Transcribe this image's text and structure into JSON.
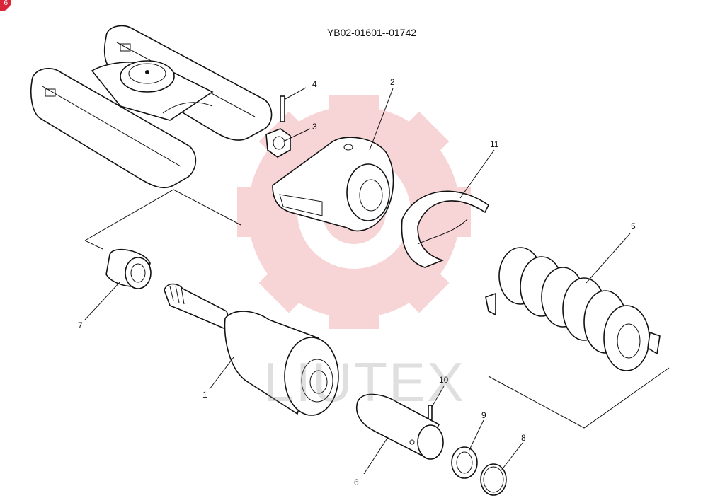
{
  "diagram": {
    "title": "YB02-01601--01742",
    "watermark": "LIUTEX",
    "badge": "6",
    "colors": {
      "line": "#111111",
      "watermark": "#f2b7b9",
      "badge": "#d9253a"
    },
    "callouts": [
      "1",
      "2",
      "3",
      "4",
      "5",
      "6",
      "7",
      "8",
      "9",
      "10",
      "11"
    ]
  }
}
